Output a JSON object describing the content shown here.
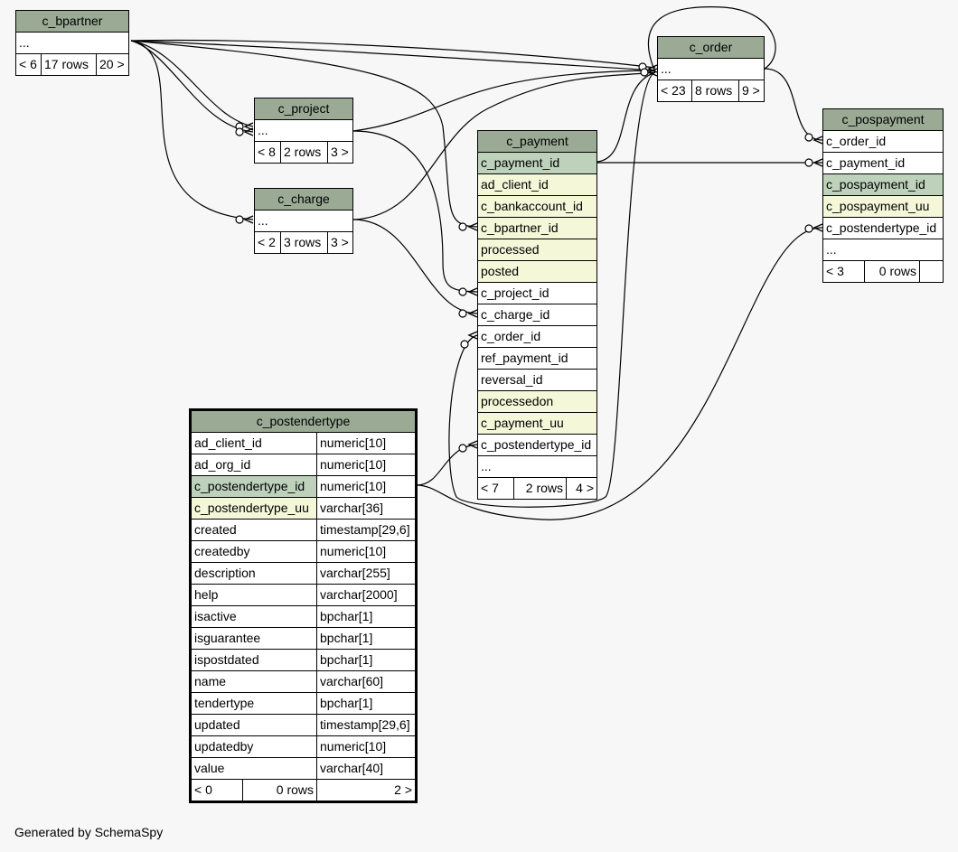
{
  "tables": {
    "c_bpartner": {
      "name": "c_bpartner",
      "rows": [
        "..."
      ],
      "footer": [
        "< 6",
        "17 rows",
        "20 >"
      ]
    },
    "c_project": {
      "name": "c_project",
      "rows": [
        "..."
      ],
      "footer": [
        "< 8",
        "2 rows",
        "3 >"
      ]
    },
    "c_charge": {
      "name": "c_charge",
      "rows": [
        "..."
      ],
      "footer": [
        "< 2",
        "3 rows",
        "3 >"
      ]
    },
    "c_order": {
      "name": "c_order",
      "rows": [
        "..."
      ],
      "footer": [
        "< 23",
        "8 rows",
        "9 >"
      ]
    },
    "c_payment": {
      "name": "c_payment",
      "rows": [
        "c_payment_id",
        "ad_client_id",
        "c_bankaccount_id",
        "c_bpartner_id",
        "processed",
        "posted",
        "c_project_id",
        "c_charge_id",
        "c_order_id",
        "ref_payment_id",
        "reversal_id",
        "processedon",
        "c_payment_uu",
        "c_postendertype_id",
        "..."
      ],
      "footer": [
        "< 7",
        "2 rows",
        "4 >"
      ]
    },
    "c_pospayment": {
      "name": "c_pospayment",
      "rows": [
        "c_order_id",
        "c_payment_id",
        "c_pospayment_id",
        "c_pospayment_uu",
        "c_postendertype_id",
        "..."
      ],
      "footer": [
        "< 3",
        "0 rows",
        ""
      ]
    },
    "c_postendertype": {
      "name": "c_postendertype",
      "columns": [
        [
          "ad_client_id",
          "numeric[10]"
        ],
        [
          "ad_org_id",
          "numeric[10]"
        ],
        [
          "c_postendertype_id",
          "numeric[10]"
        ],
        [
          "c_postendertype_uu",
          "varchar[36]"
        ],
        [
          "created",
          "timestamp[29,6]"
        ],
        [
          "createdby",
          "numeric[10]"
        ],
        [
          "description",
          "varchar[255]"
        ],
        [
          "help",
          "varchar[2000]"
        ],
        [
          "isactive",
          "bpchar[1]"
        ],
        [
          "isguarantee",
          "bpchar[1]"
        ],
        [
          "ispostdated",
          "bpchar[1]"
        ],
        [
          "name",
          "varchar[60]"
        ],
        [
          "tendertype",
          "bpchar[1]"
        ],
        [
          "updated",
          "timestamp[29,6]"
        ],
        [
          "updatedby",
          "numeric[10]"
        ],
        [
          "value",
          "varchar[40]"
        ]
      ],
      "footer": [
        "< 0",
        "0 rows",
        "2 >"
      ]
    }
  },
  "colors": {
    "header": "#9aaa94",
    "primary_key": "#bdd1bb",
    "indexed": "#f4f7d8",
    "background": "#f7f7f7"
  },
  "footer_note": "Generated by SchemaSpy"
}
